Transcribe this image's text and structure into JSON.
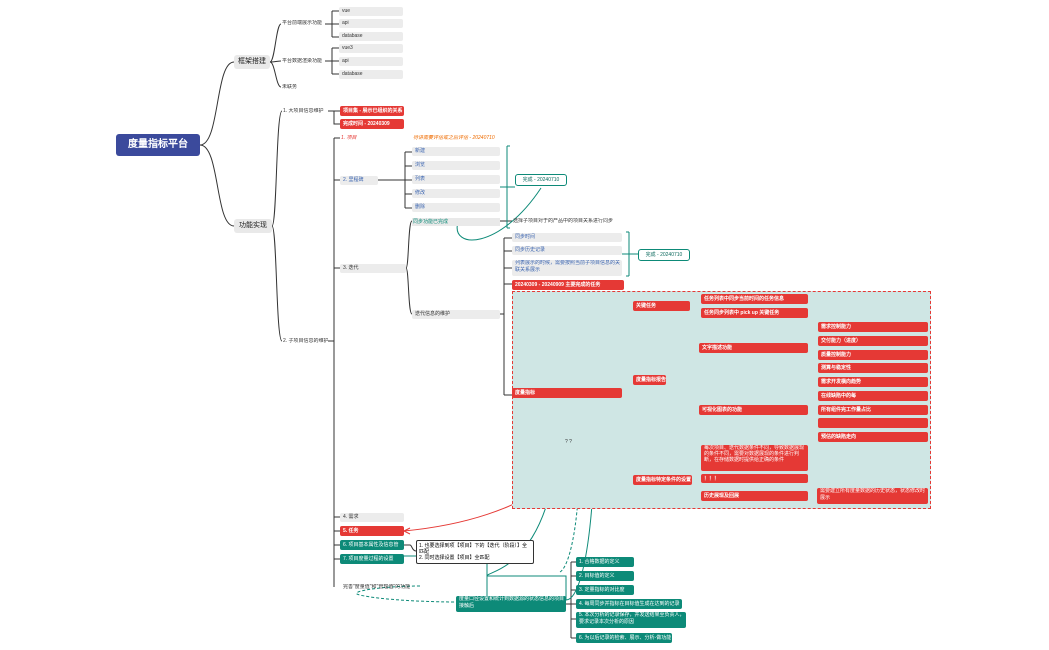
{
  "root": "度量指标平台",
  "branches": {
    "framework": "框架搭建",
    "features": "功能实现"
  },
  "framework": {
    "backend_title": "平台前端展示功能",
    "backend_items": [
      "vue",
      "api",
      "database"
    ],
    "frontend_title": "平台数据渲染功能",
    "frontend_items": [
      "vue3",
      "api",
      "database"
    ],
    "other": "未联务"
  },
  "features": {
    "big_project": "1. 大项目信息维护",
    "big_red_1": "项目集 - 展示已组织的关系",
    "big_red_2": "完成时间 - 20240309",
    "sub_project": "2. 子项目信息的维护",
    "item1": "1. 项目",
    "item1_note": "待讲需要评估或之后评估 - 20240710",
    "item2": "2. 里程碑",
    "milestone_items": [
      "新建",
      "浏览",
      "列表",
      "修改",
      "删除"
    ],
    "milestone_done": "完成 - 20240710",
    "item3": "3. 迭代",
    "sync_done": "同步功能已完成",
    "sync_note": "选择子项目对于的产品中的项目关系进行同步",
    "iter_items": [
      "同步时间",
      "同步历史记录",
      "列表展示的时候，需要按照当前子项目信息的关联关系展示"
    ],
    "iter_done": "完成 - 20240710",
    "iter_red_task": "20240309 - 20240909 主要完成的任务",
    "iter_maintain": "迭代信息的维护",
    "metric": "度量指标",
    "key_task": "关键任务",
    "key_task_items": [
      "任务列表中同步当前时间的任务信息",
      "任务同步列表中 pick up 关键任务"
    ],
    "metric_report": "度量指标报告",
    "text_desc": "文字描述功能",
    "text_desc_items": [
      "需求控制能力",
      "交付能力（进度）",
      "质量控制能力",
      "测算与稳定性"
    ],
    "visual": "可视化图表的功能",
    "visual_items": [
      "需求开发横向趋势",
      "在线缺陷中的每",
      "所有组件完工作量占比",
      "",
      "预估的缺陷走向"
    ],
    "metric_condition": "度量指标特定条件的设置",
    "condition_text": "每次项目、迭代数据条件不同，导致数据展现的条件不同，需要对数据展现的条件进行判断，在存储数据时提供给正确的条件",
    "exclaim": "！！！",
    "history": "历史展现及回展",
    "history_note": "需要建立所有度量数据的历史状态，状态修改时展示",
    "item4": "4. 需求",
    "item5": "5. 任务",
    "item6": "6. 项目基本属性及信息管",
    "item7": "7. 项目度量过程的设置",
    "selection_note_1": "1. 也要选择到项【项目】下的【迭代（阶段）】全匹配",
    "selection_note_2": "2. 同时选择设置【项目】全匹配",
    "question_mark": "? ?",
    "dashed_note": "完善\"度量值\"和\"管理值\"的功能",
    "bottom_center": "度量口径设置和统计到数据源的状态信息的项目接触后",
    "right_list": [
      "1. 合格数据的定义",
      "2. 目标值的定义",
      "3. 定量指标的对比度",
      "4. 每周同步并指标在目标值生成在达到的记录",
      "5. 本次分析的记录保存，并发送结果至负责人，要求记录本次分析的原因",
      "6. 为以后记录的检索、展示、分析-做功能"
    ]
  }
}
